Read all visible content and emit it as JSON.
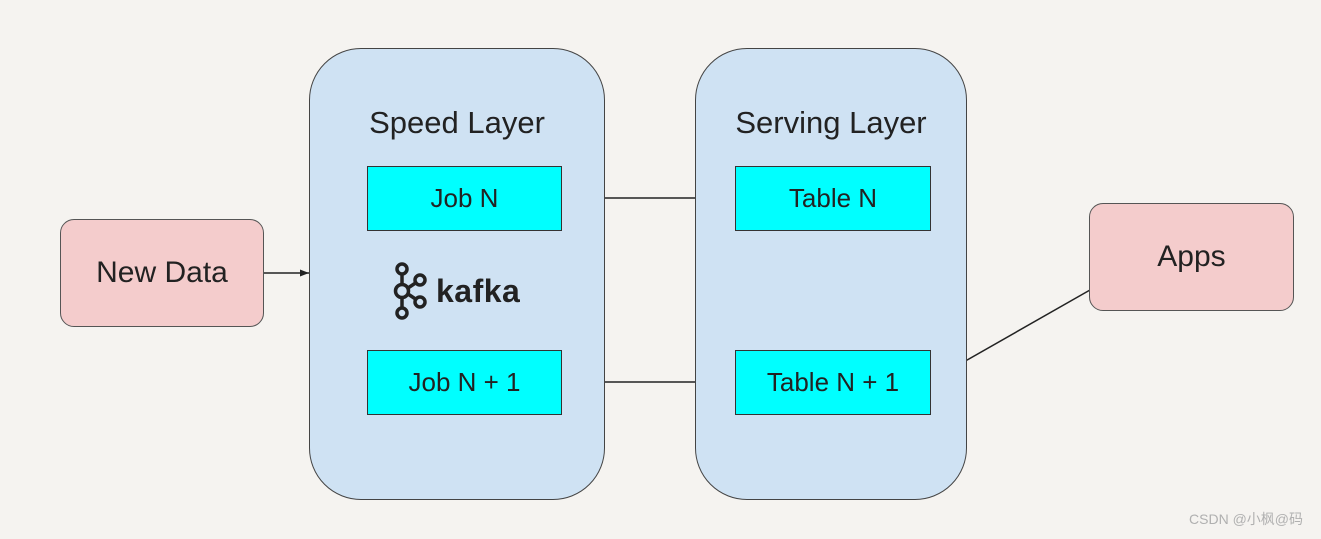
{
  "inputs": {
    "new_data": "New Data",
    "apps": "Apps"
  },
  "speed_layer": {
    "title": "Speed Layer",
    "jobs": [
      "Job N",
      "Job N + 1"
    ],
    "logo_text": "kafka"
  },
  "serving_layer": {
    "title": "Serving Layer",
    "tables": [
      "Table N",
      "Table N + 1"
    ]
  },
  "watermark": "CSDN @小枫@码",
  "colors": {
    "background": "#f5f3f0",
    "layer_fill": "#cfe2f3",
    "source_fill": "#f4cccc",
    "job_fill": "#00ffff"
  }
}
